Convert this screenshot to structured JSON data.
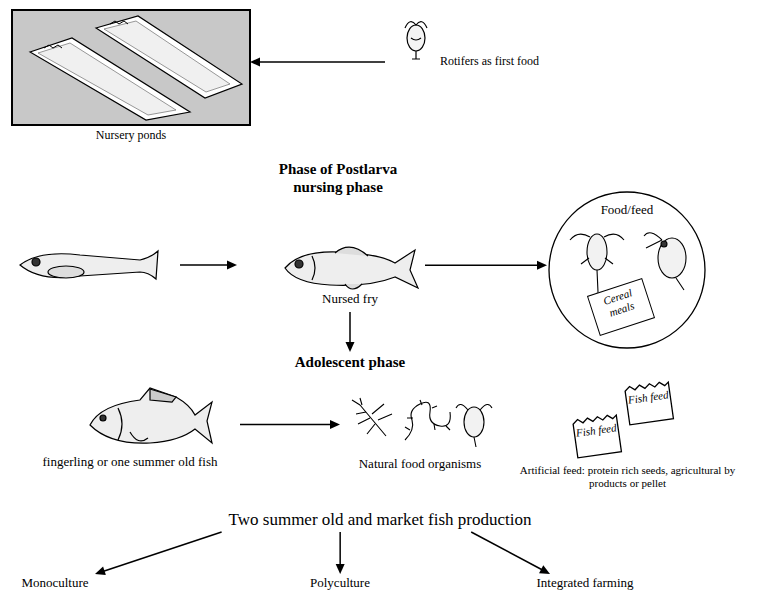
{
  "diagram": {
    "nodes": [
      {
        "text": [
          "Nursery ponds"
        ]
      },
      {
        "text": [
          "Rotifers as first food"
        ]
      },
      {
        "text": [
          "Nursed fry"
        ]
      },
      {
        "text": [
          "Food/feed"
        ]
      },
      {
        "text": [
          "Cereal meals"
        ],
        "in": 3
      },
      {
        "text": [
          "Adolescent phase"
        ]
      },
      {
        "text": [
          "fingerling or one summer old fish"
        ]
      },
      {
        "text": [
          "Natural food organisms"
        ]
      },
      {
        "text": [
          "Fish feed"
        ]
      },
      {
        "text": [
          "Fish feed"
        ]
      },
      {
        "text": [
          "Two summer old and market fish production"
        ]
      },
      {
        "text": [
          "Monoculture"
        ]
      },
      {
        "text": [
          "Polyculture"
        ]
      },
      {
        "text": [
          "Integrated farming"
        ]
      }
    ],
    "edges": [
      {
        "from": 1,
        "to": 0,
        "arrow": "to"
      },
      {
        "from": 2,
        "to": 3,
        "arrow": "to"
      },
      {
        "from": 2,
        "to": 5,
        "arrow": "to"
      },
      {
        "from": 6,
        "to": 7,
        "arrow": "to"
      },
      {
        "from": 10,
        "to": 11,
        "arrow": "to"
      },
      {
        "from": 10,
        "to": 12,
        "arrow": "to"
      },
      {
        "from": 10,
        "to": 13,
        "arrow": "to"
      }
    ],
    "labels": [
      "Phase of Postlarva nursing phase",
      "Artificial feed: protein rich seeds, agricultural by products or pellet"
    ]
  }
}
